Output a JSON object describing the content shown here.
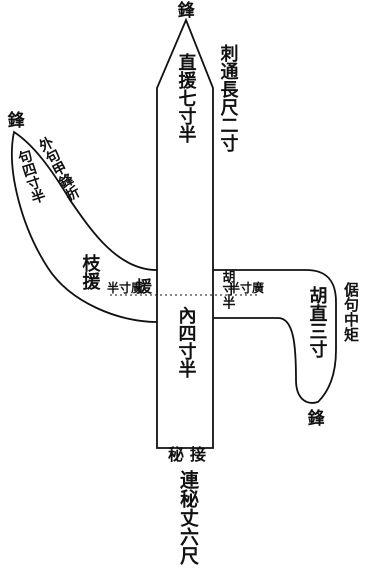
{
  "colors": {
    "ink": "#111111",
    "paper": "#ffffff"
  },
  "labels": {
    "blade_tip_top": "鋒",
    "blade_tip_left": "鋒",
    "blade_tip_right": "鋒",
    "blade_spine": "直援七寸半",
    "blade_edge_note": "刺通長尺二寸",
    "inner_section": "內四寸半",
    "left_branch_side": "句四寸半",
    "left_branch_outer": "外句甲鋒折",
    "stem_center": "援",
    "stem_left": "枝援",
    "stem_right_note": "胡寸半",
    "hu_length": "胡直三寸",
    "hu_side_note": "倨句中矩",
    "butt_left": "秘",
    "butt_right": "接",
    "shaft_note": "連秘丈六尺",
    "mark_left": "半寸廣",
    "mark_right": "半寸廣"
  }
}
